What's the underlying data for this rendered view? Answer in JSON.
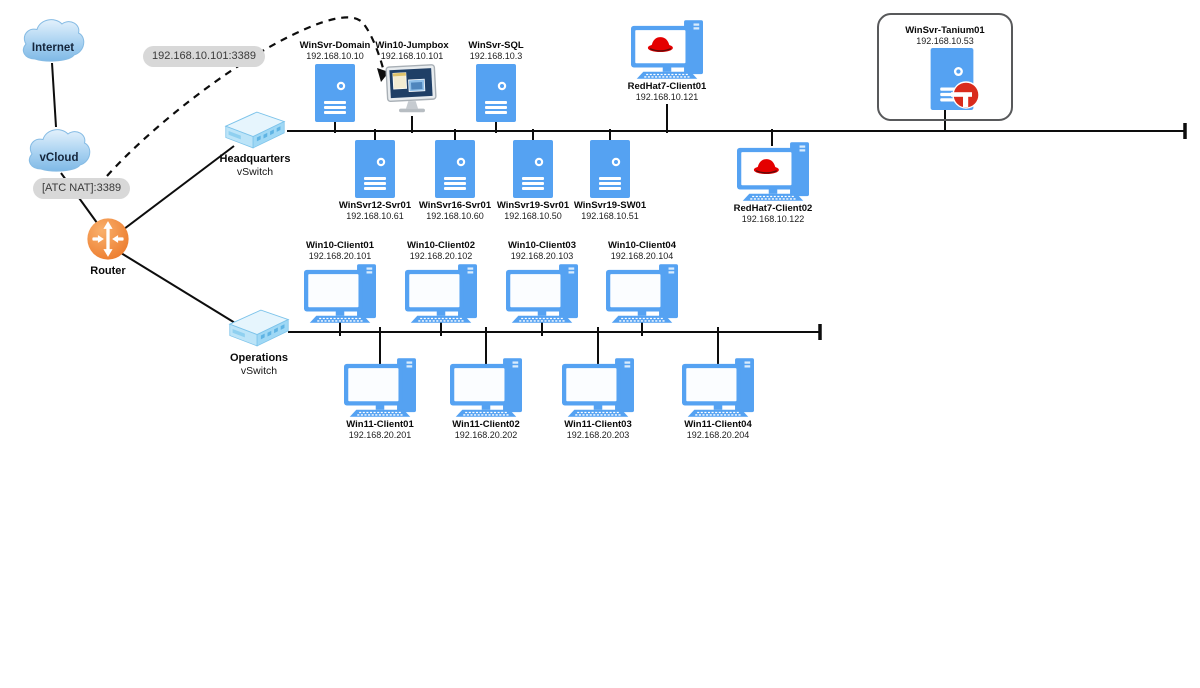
{
  "clouds": {
    "internet": "Internet",
    "vcloud": "vCloud"
  },
  "pills": {
    "rdp": "192.168.10.101:3389",
    "nat": "[ATC NAT]:3389"
  },
  "router": {
    "label": "Router"
  },
  "switches": {
    "hq": {
      "name": "Headquarters",
      "type": "vSwitch"
    },
    "ops": {
      "name": "Operations",
      "type": "vSwitch"
    }
  },
  "nodes": {
    "winsvr_domain": {
      "name": "WinSvr-Domain",
      "ip": "192.168.10.10"
    },
    "win10_jumpbox": {
      "name": "Win10-Jumpbox",
      "ip": "192.168.10.101"
    },
    "winsvr_sql": {
      "name": "WinSvr-SQL",
      "ip": "192.168.10.3"
    },
    "redhat7_client01": {
      "name": "RedHat7-Client01",
      "ip": "192.168.10.121"
    },
    "winsvr_tanium01": {
      "name": "WinSvr-Tanium01",
      "ip": "192.168.10.53"
    },
    "winsvr12_svr01": {
      "name": "WinSvr12-Svr01",
      "ip": "192.168.10.61"
    },
    "winsvr16_svr01": {
      "name": "WinSvr16-Svr01",
      "ip": "192.168.10.60"
    },
    "winsvr19_svr01": {
      "name": "WinSvr19-Svr01",
      "ip": "192.168.10.50"
    },
    "winsvr19_sw01": {
      "name": "WinSvr19-SW01",
      "ip": "192.168.10.51"
    },
    "redhat7_client02": {
      "name": "RedHat7-Client02",
      "ip": "192.168.10.122"
    },
    "win10_client01": {
      "name": "Win10-Client01",
      "ip": "192.168.20.101"
    },
    "win10_client02": {
      "name": "Win10-Client02",
      "ip": "192.168.20.102"
    },
    "win10_client03": {
      "name": "Win10-Client03",
      "ip": "192.168.20.103"
    },
    "win10_client04": {
      "name": "Win10-Client04",
      "ip": "192.168.20.104"
    },
    "win11_client01": {
      "name": "Win11-Client01",
      "ip": "192.168.20.201"
    },
    "win11_client02": {
      "name": "Win11-Client02",
      "ip": "192.168.20.202"
    },
    "win11_client03": {
      "name": "Win11-Client03",
      "ip": "192.168.20.203"
    },
    "win11_client04": {
      "name": "Win11-Client04",
      "ip": "192.168.20.204"
    }
  },
  "colors": {
    "node_blue": "#55A2F2",
    "router_orange": "#EC7B2D",
    "redhat_red": "#E40000",
    "tanium_red": "#D92B1C",
    "pill_gray": "#D8D8D8",
    "line_black": "#0D0D0D",
    "switch_blue": "#BCE4F8",
    "cloud_blue": "#A9D2F1"
  }
}
